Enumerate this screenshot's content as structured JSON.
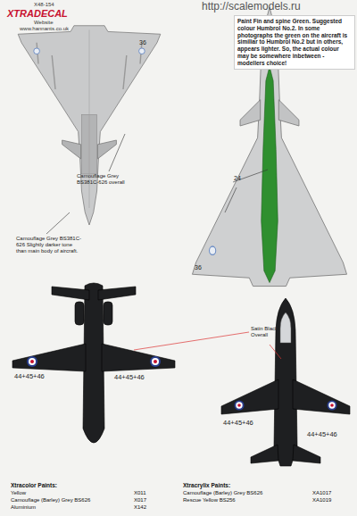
{
  "diagram": {
    "nodes": [
      {
        "text": [
          "Paint Fin and spine Green. Suggested colour Humbrol No.2. In some photographs the green on the aircraft is similiar to Humbrol No.2 but in others, appears lighter. So, the actual colour may be somewhere inbetween - modellers choice!"
        ]
      }
    ],
    "labels": [
      "X48-154",
      "XTRADECAL",
      "Website",
      "www.hannants.co.uk",
      "http://scalemodels.ru",
      "36",
      "Camouflage Grey BS381C-626 overall",
      "Camouflage Grey BS381C-626 Slightly darker tone than main body of aircraft.",
      "24",
      "36",
      "Satin Black Overall",
      "44+45+46",
      "44+45+46",
      "44+45+46",
      "44+45+46",
      "Xtracolor Paints:",
      "Yellow",
      "X011",
      "Camouflage (Barley) Grey BS626",
      "X017",
      "Aluminium",
      "X142",
      "Xtracrylix Paints:",
      "Camouflage (Barley) Grey BS626",
      "XA1017",
      "Rescue Yellow BS256",
      "XA1019"
    ]
  }
}
